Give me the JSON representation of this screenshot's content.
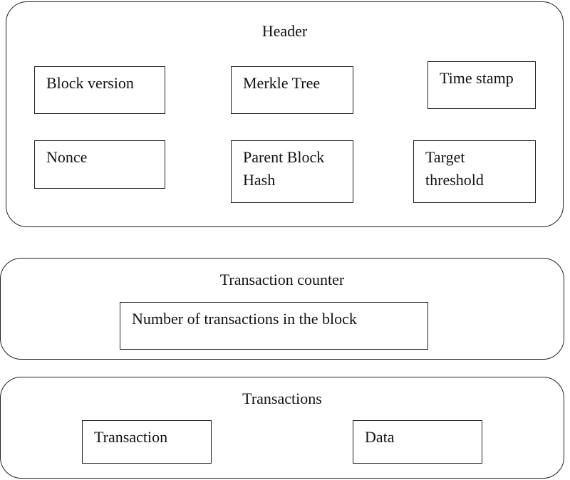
{
  "header": {
    "title": "Header",
    "fields": {
      "block_version": "Block version",
      "merkle_tree": "Merkle Tree",
      "time_stamp": "Time stamp",
      "nonce": "Nonce",
      "parent_block_hash": [
        "Parent Block",
        "Hash"
      ],
      "target_threshold": [
        "Target",
        "threshold"
      ]
    }
  },
  "transaction_counter": {
    "title": "Transaction counter",
    "field": "Number of transactions in the block"
  },
  "transactions": {
    "title": "Transactions",
    "fields": {
      "transaction": "Transaction",
      "data": "Data"
    }
  }
}
